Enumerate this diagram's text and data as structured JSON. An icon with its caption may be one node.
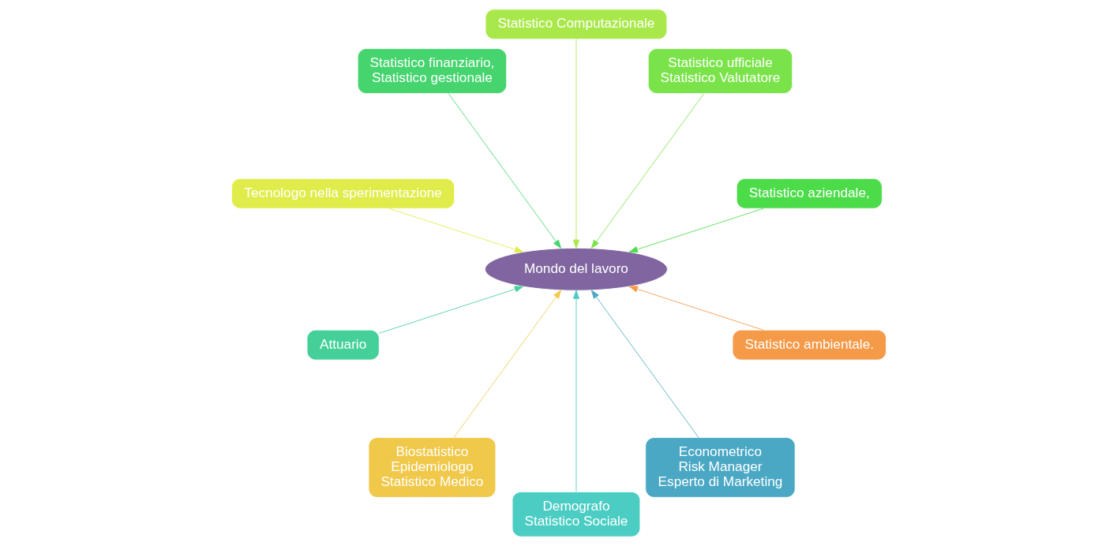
{
  "diagram": {
    "nodes": [
      {
        "text": [
          "Statistico aziendale,"
        ]
      },
      {
        "text": [
          "Statistico ufficiale",
          "Statistico Valutatore"
        ]
      },
      {
        "text": [
          "Statistico Computazionale"
        ]
      },
      {
        "text": [
          "Statistico finanziario,",
          "Statistico gestionale"
        ]
      },
      {
        "text": [
          "Tecnologo nella sperimentazione"
        ]
      },
      {
        "text": [
          "Attuario"
        ]
      },
      {
        "text": [
          "Biostatistico",
          "Epidemiologo",
          "Statistico Medico"
        ]
      },
      {
        "text": [
          "Demografo",
          "Statistico Sociale"
        ]
      },
      {
        "text": [
          "Econometrico",
          "Risk Manager",
          "Esperto di Marketing"
        ]
      },
      {
        "text": [
          "Statistico ambientale."
        ]
      },
      {
        "text": [
          "Mondo del lavoro"
        ]
      }
    ],
    "edges": [
      {
        "from": 0,
        "to": 10,
        "arrow": "to",
        "color": "#4cdc4a"
      },
      {
        "from": 1,
        "to": 10,
        "arrow": "to",
        "color": "#7ae34a"
      },
      {
        "from": 2,
        "to": 10,
        "arrow": "to",
        "color": "#a9e84a"
      },
      {
        "from": 3,
        "to": 10,
        "arrow": "to",
        "color": "#45d46e"
      },
      {
        "from": 4,
        "to": 10,
        "arrow": "to",
        "color": "#e0ec4a"
      },
      {
        "from": 5,
        "to": 10,
        "arrow": "to",
        "color": "#45d09a"
      },
      {
        "from": 6,
        "to": 10,
        "arrow": "to",
        "color": "#f0c84a"
      },
      {
        "from": 7,
        "to": 10,
        "arrow": "to",
        "color": "#4ccdc4"
      },
      {
        "from": 8,
        "to": 10,
        "arrow": "to",
        "color": "#4aa8c4"
      },
      {
        "from": 9,
        "to": 10,
        "arrow": "to",
        "color": "#f59a48"
      }
    ]
  }
}
